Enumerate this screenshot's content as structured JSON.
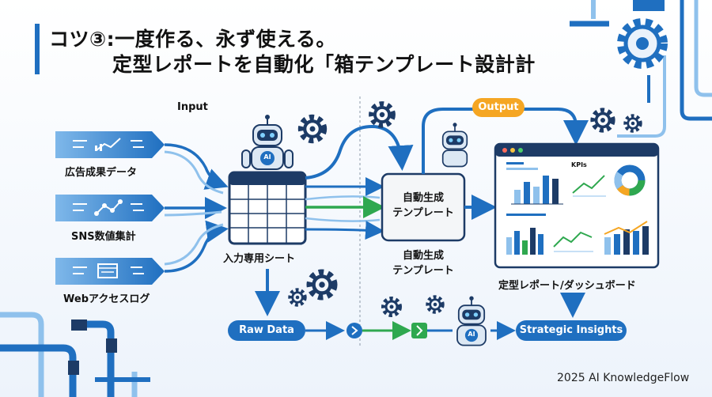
{
  "title": {
    "line1": "コツ③:一度作る、永ず使える。",
    "line2": "定型レポートを自動化「箱テンプレート設計計"
  },
  "labels": {
    "input": "Input",
    "output": "Output",
    "ad_data": "広告成果データ",
    "sns": "SNS数値集計",
    "web_log": "Webアクセスログ",
    "input_sheet": "入力専用シート",
    "template_box_line1": "自動生成",
    "template_box_line2": "テンプレート",
    "template_below_line1": "自動生成",
    "template_below_line2": "テンプレート",
    "report": "定型レポート/ダッシュボード",
    "kpis": "KPIs",
    "raw_data": "Raw Data",
    "strategic": "Strategic Insights",
    "robot_badge": "AI",
    "footer": "2025 AI KnowledgeFlow"
  },
  "colors": {
    "primary_blue": "#1f6fc0",
    "dark_navy": "#1d3b66",
    "output_orange": "#f5a623",
    "accent_green": "#2fa84f",
    "light_blue": "#8fc1ec"
  }
}
